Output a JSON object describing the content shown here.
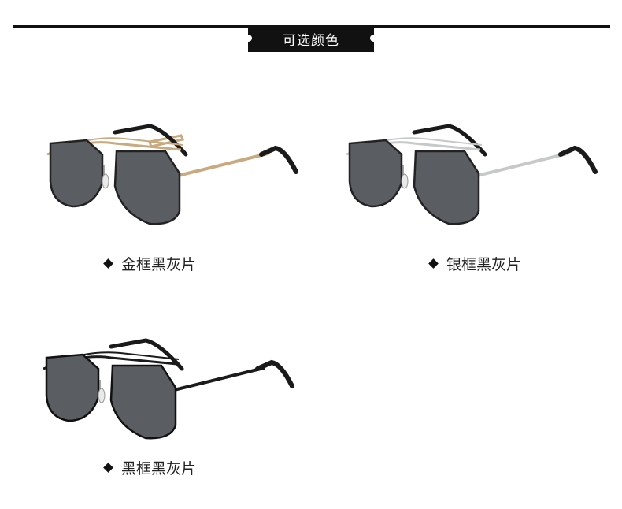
{
  "header": {
    "title": "可选颜色"
  },
  "products": [
    {
      "label": "金框黑灰片",
      "frame_color": "#c9a97e",
      "temple_tip": "#1a1a1a",
      "lens_color": "#5a5d61"
    },
    {
      "label": "银框黑灰片",
      "frame_color": "#c6c8ca",
      "temple_tip": "#1a1a1a",
      "lens_color": "#5a5d61"
    },
    {
      "label": "黑框黑灰片",
      "frame_color": "#1b1b1b",
      "temple_tip": "#1a1a1a",
      "lens_color": "#5a5d61"
    }
  ],
  "icons": {
    "bullet": "diamond-bullet-icon"
  }
}
